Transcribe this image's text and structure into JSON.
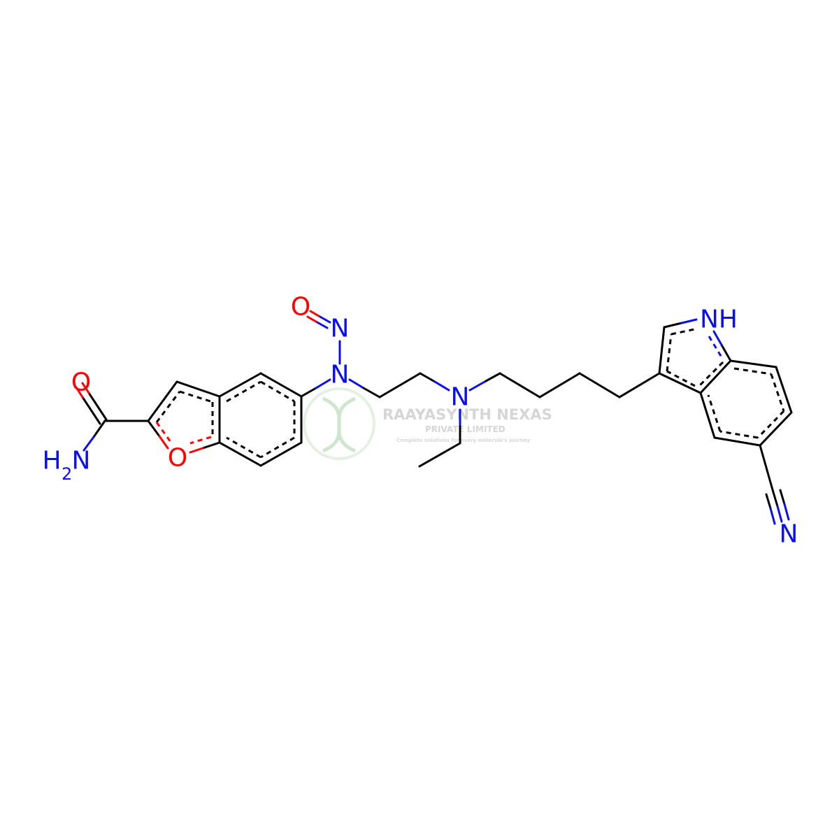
{
  "colors": {
    "carbon": "#000000",
    "nitrogen": "#0a0ff0",
    "oxygen": "#ff0000",
    "watermark": "#c9c9c9",
    "watermark_green": "#b9dcb9"
  },
  "atoms": {
    "carbonyl_o": "O",
    "amide_n": "N",
    "amide_h2": "H",
    "amide_sub": "2",
    "furan_o": "O",
    "nitroso_o": "O",
    "nitroso_n": "N",
    "amine_n1": "N",
    "amine_n2": "N",
    "indole_nh": "NH",
    "nitrile_n": "N"
  },
  "watermark": {
    "company": "RAAYASYNTH NEXAS",
    "subtitle": "PRIVATE LIMITED",
    "tagline": "Complete solutions for every molecule's journey",
    "logo_icon": "dna-helix-icon"
  }
}
